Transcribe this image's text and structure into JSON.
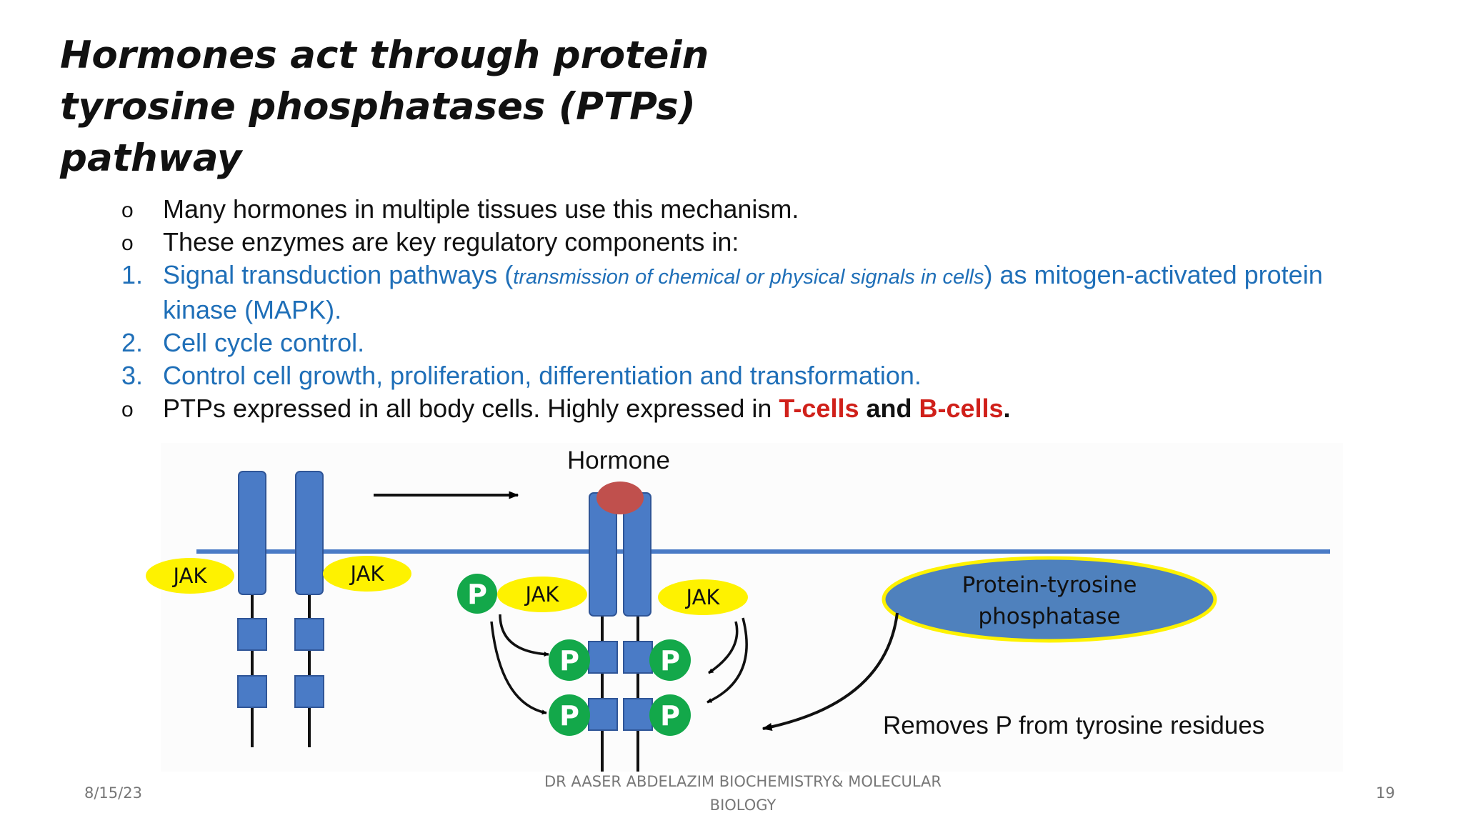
{
  "slide": {
    "title_lines": [
      "Hormones act through protein",
      "tyrosine phosphatases (PTPs)",
      "pathway"
    ],
    "bullets": {
      "b1": "Many hormones in multiple tissues use this mechanism.",
      "b2": "These enzymes are key regulatory components in:",
      "n1_main": "Signal transduction pathways (",
      "n1_paren": "transmission of chemical or physical signals in cells",
      "n1_rest": ") as mitogen-activated protein",
      "n1_cont": "kinase (MAPK).",
      "n2": "Cell cycle control.",
      "n3": "Control cell growth, proliferation, differentiation and transformation.",
      "b3_pre": "PTPs expressed in all body cells. Highly expressed in ",
      "b3_t": "T-cells",
      "b3_and": " and ",
      "b3_b": "B-cells",
      "b3_dot": "."
    },
    "markers": {
      "circle": "o",
      "n1": "1.",
      "n2": "2.",
      "n3": "3."
    }
  },
  "diagram": {
    "hormone_label": "Hormone",
    "jak": "JAK",
    "p": "P",
    "ptp_line1": "Protein-tyrosine",
    "ptp_line2": "phosphatase",
    "removes": "Removes P from tyrosine residues",
    "colors": {
      "receptor": "#4a7bc6",
      "membrane": "#4a7bc6",
      "jak": "#fef200",
      "p": "#13a84a",
      "hormone": "#c0504d",
      "ptp": "#4f81bd"
    }
  },
  "footer": {
    "date": "8/15/23",
    "author_line1": "DR AASER ABDELAZIM  BIOCHEMISTRY& MOLECULAR",
    "author_line2": "BIOLOGY",
    "page": "19"
  }
}
